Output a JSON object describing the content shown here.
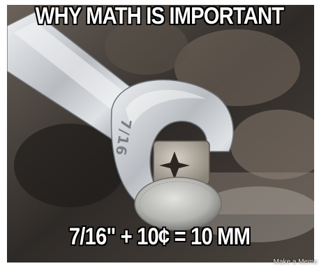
{
  "meme": {
    "top_text": "WHY MATH IS IMPORTANT",
    "bottom_text": "7/16\" + 10¢ = 10 MM",
    "wrench_marking": "7/16",
    "watermark": "Make a Meme"
  },
  "colors": {
    "caption_fill": "#ffffff",
    "caption_outline": "#000000",
    "wrench_steel": "#c8ccd0",
    "coin_silver": "#b9b9b6",
    "background_dark": "#3a3632"
  }
}
